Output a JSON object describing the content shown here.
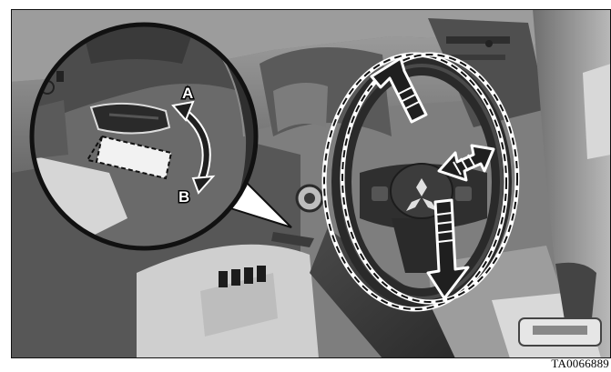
{
  "figure": {
    "label_a": "A",
    "label_b": "B",
    "code": "TA0066889"
  },
  "colors": {
    "background": "#ffffff",
    "dash_gray": "#8f8f8f",
    "dark_interior": "#3a3a3a",
    "wheel": "#2a2a2a",
    "arrow": "#1f1f1f"
  },
  "icons": {
    "lever_zoom": "lever-inset-icon",
    "tilt_arrow": "tilt-arrow-icon",
    "telescopic_arrow": "telescopic-arrow-icon"
  }
}
